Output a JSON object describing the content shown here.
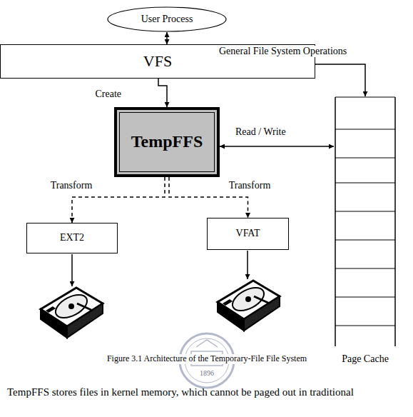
{
  "diagram": {
    "caption": "Figure 3.1 Architecture of the Temporary-File File System",
    "nodes": [
      {
        "text": [
          "User Process"
        ]
      },
      {
        "text": [
          "VFS"
        ]
      },
      {
        "text": [
          "TempFFS"
        ]
      },
      {
        "text": [
          "Page Cache"
        ]
      },
      {
        "text": [
          "EXT2"
        ]
      },
      {
        "text": [
          "VFAT"
        ]
      }
    ],
    "edges": [
      {
        "from": 0,
        "to": 1,
        "arrow": "both"
      },
      {
        "from": 1,
        "to": 2,
        "label": "Create",
        "arrow": "to"
      },
      {
        "from": 1,
        "to": 3,
        "label": "General File System Operations",
        "arrow": "to"
      },
      {
        "from": 2,
        "to": 3,
        "label": "Read / Write",
        "arrow": "both"
      },
      {
        "from": 2,
        "to": 4,
        "label": "Transform",
        "arrow": "to"
      },
      {
        "from": 2,
        "to": 5,
        "label": "Transform",
        "arrow": "to"
      }
    ],
    "labels": [
      "1896",
      "TempFFS stores files in kernel memory, which cannot be paged out in traditional"
    ]
  }
}
